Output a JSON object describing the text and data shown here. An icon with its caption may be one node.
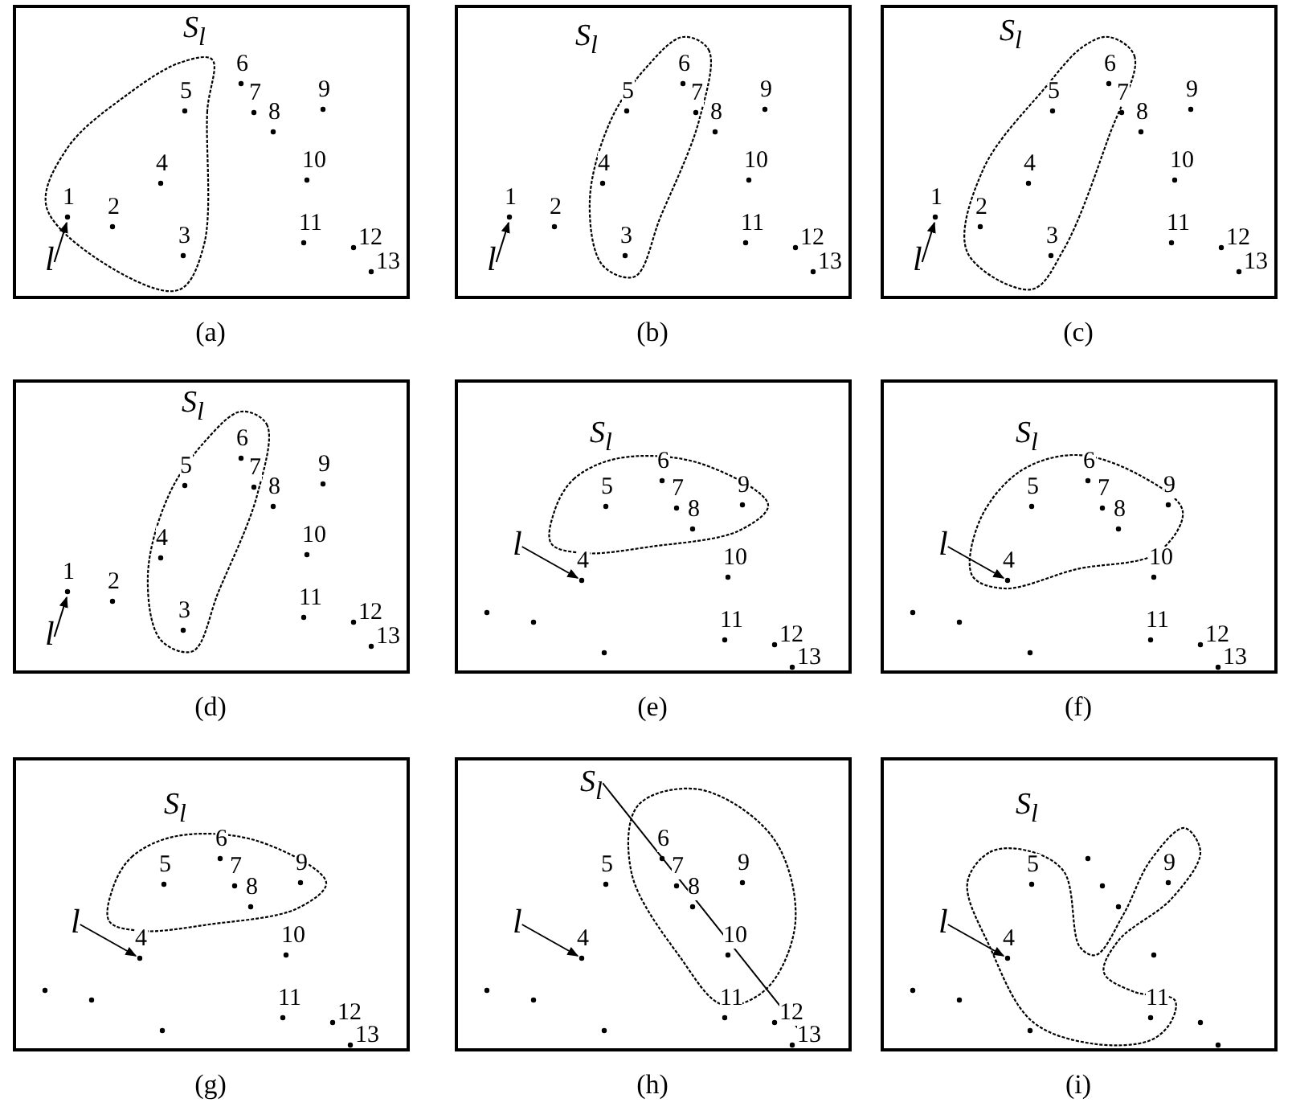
{
  "diagram": {
    "nodes": [
      {
        "text": [
          "S$_{l}$",
          "1",
          "2",
          "3",
          "4",
          "5",
          "6",
          "7",
          "8",
          "9",
          "10",
          "11",
          "12",
          "13"
        ],
        "beside": [
          "(a)"
        ]
      },
      {
        "text": [
          "l"
        ],
        "in": 0
      },
      {
        "text": [
          "S$_{l}$",
          "1",
          "2",
          "3",
          "4",
          "5",
          "6",
          "7",
          "8",
          "9",
          "10",
          "11",
          "12",
          "13"
        ],
        "beside": [
          "(b)"
        ]
      },
      {
        "text": [
          "l"
        ],
        "in": 2
      },
      {
        "text": [
          "S$_{l}$",
          "1",
          "2",
          "3",
          "4",
          "5",
          "6",
          "7",
          "8",
          "9",
          "10",
          "11",
          "12",
          "13"
        ],
        "beside": [
          "(c)"
        ]
      },
      {
        "text": [
          "l"
        ],
        "in": 4
      },
      {
        "text": [
          "S$_{l}$",
          "1",
          "2",
          "3",
          "4",
          "5",
          "6",
          "7",
          "8",
          "9",
          "10",
          "11",
          "12",
          "13"
        ],
        "beside": [
          "(d)"
        ]
      },
      {
        "text": [
          "l"
        ],
        "in": 6
      },
      {
        "text": [
          "S$_{l}$",
          "4",
          "5",
          "6",
          "7",
          "8",
          "9",
          "10",
          "11",
          "12",
          "13"
        ],
        "beside": [
          "(e)"
        ]
      },
      {
        "text": [
          "l"
        ],
        "in": 8
      },
      {
        "text": [
          "S$_{l}$",
          "4",
          "5",
          "6",
          "7",
          "8",
          "9",
          "10",
          "11",
          "12",
          "13"
        ],
        "beside": [
          "(f)"
        ]
      },
      {
        "text": [
          "l"
        ],
        "in": 10
      },
      {
        "text": [
          "S$_{l}$",
          "4",
          "5",
          "6",
          "7",
          "8",
          "9",
          "10",
          "11",
          "12",
          "13"
        ],
        "beside": [
          "(g)"
        ]
      },
      {
        "text": [
          "l"
        ],
        "in": 12
      },
      {
        "text": [
          "S$_{l}$",
          "4",
          "5",
          "6",
          "7",
          "8",
          "9",
          "10",
          "11",
          "12",
          "13"
        ],
        "beside": [
          "(h)"
        ]
      },
      {
        "text": [
          "l"
        ],
        "in": 14
      },
      {
        "text": [
          "S$_{l}$",
          "5",
          "4",
          "9",
          "11"
        ],
        "beside": [
          "(i)"
        ]
      },
      {
        "text": [
          "l"
        ],
        "in": 16
      }
    ],
    "edges": [
      {
        "from": 1,
        "to": null,
        "arrow": "to"
      },
      {
        "from": 3,
        "to": null,
        "arrow": "to"
      },
      {
        "from": 5,
        "to": null,
        "arrow": "to"
      },
      {
        "from": 7,
        "to": null,
        "arrow": "to"
      },
      {
        "from": 9,
        "to": null,
        "arrow": "to"
      },
      {
        "from": 11,
        "to": null,
        "arrow": "to"
      },
      {
        "from": 13,
        "to": null,
        "arrow": "to"
      },
      {
        "from": 15,
        "to": null,
        "arrow": "to"
      },
      {
        "from": 17,
        "to": null,
        "arrow": "to"
      }
    ]
  }
}
